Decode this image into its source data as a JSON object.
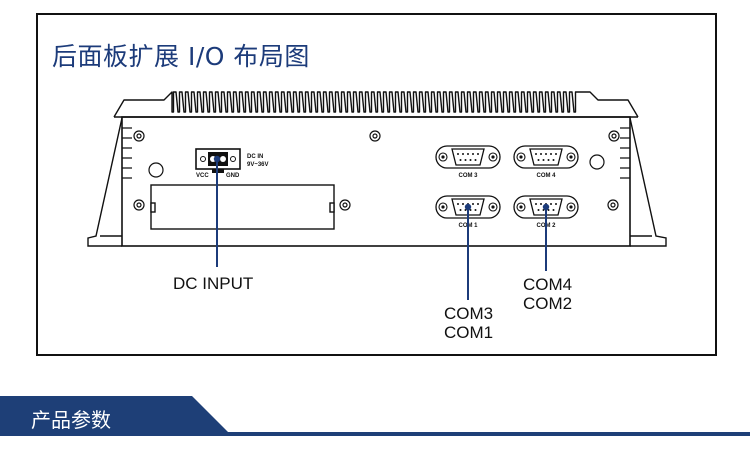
{
  "panel": {
    "title": "后面板扩展 I/O 布局图"
  },
  "device": {
    "dc_in_label": "DC IN",
    "voltage_label": "9V~36V",
    "vcc_label": "VCC",
    "gnd_label": "GND",
    "ports": [
      {
        "label": "COM 3"
      },
      {
        "label": "COM 4"
      },
      {
        "label": "COM 1"
      },
      {
        "label": "COM 2"
      }
    ]
  },
  "callouts": {
    "dc_input": "DC INPUT",
    "left_com": [
      "COM3",
      "COM1"
    ],
    "right_com": [
      "COM4",
      "COM2"
    ]
  },
  "section": {
    "title": "产品参数"
  },
  "colors": {
    "title": "#1c3b7a",
    "callout_line": "#1c3b7a",
    "section_bar": "#1e3f77",
    "section_rule": "#1e3f77"
  }
}
